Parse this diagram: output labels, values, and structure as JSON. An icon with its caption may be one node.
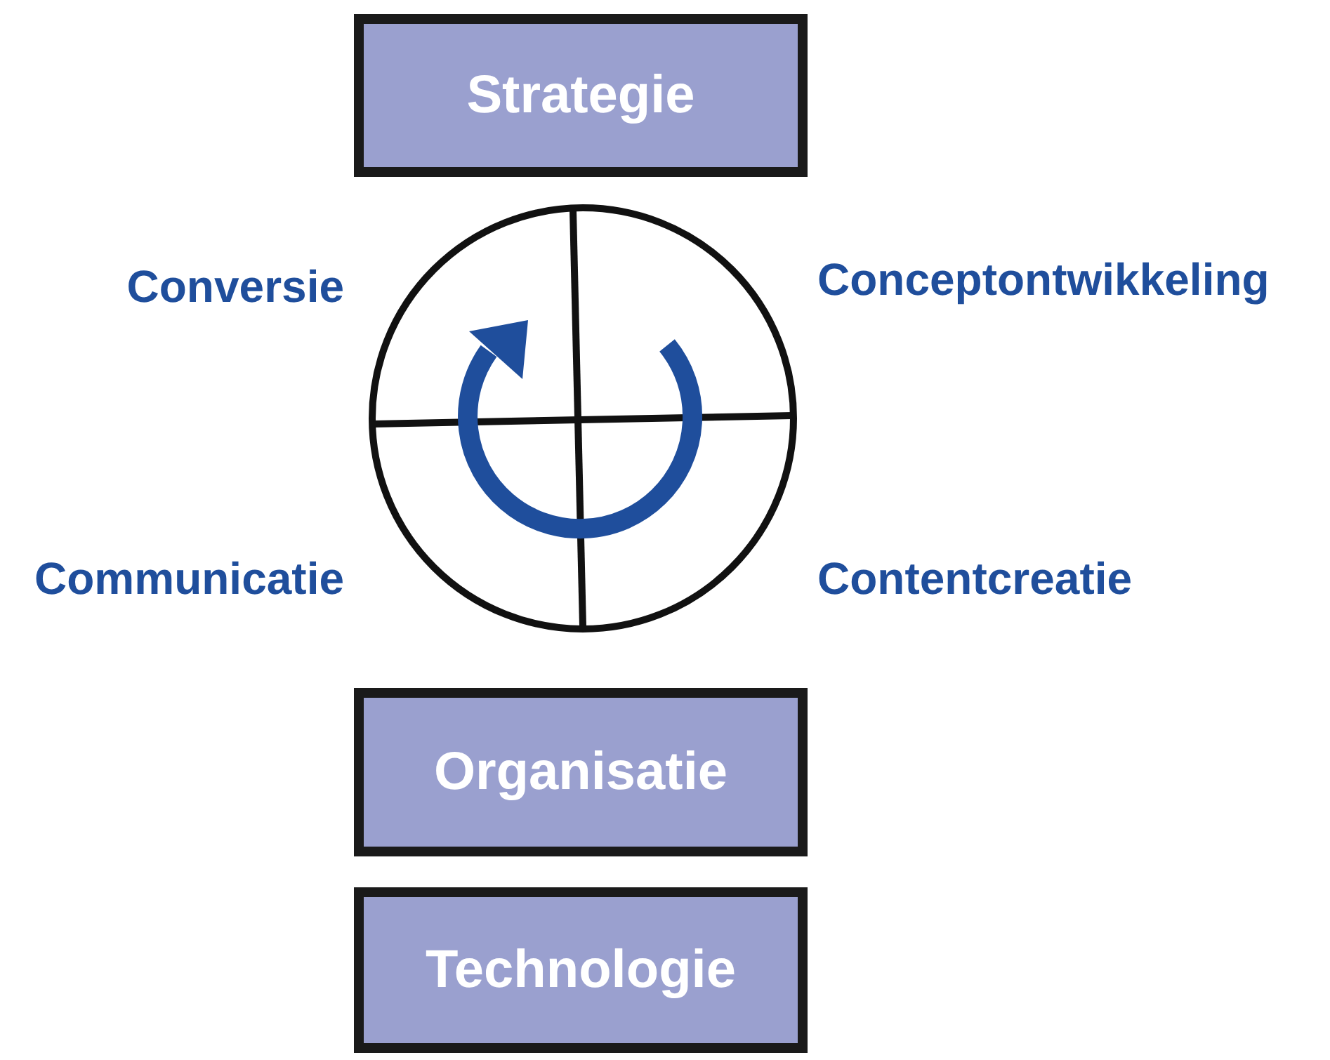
{
  "diagram": {
    "nodes": [
      {
        "text": [
          "Strategie"
        ]
      },
      {
        "text": [
          "Organisatie"
        ]
      },
      {
        "text": [
          "Technologie"
        ]
      }
    ],
    "labels": [
      "Conversie",
      "Conceptontwikkeling",
      "Communicatie",
      "Contentcreatie"
    ]
  }
}
